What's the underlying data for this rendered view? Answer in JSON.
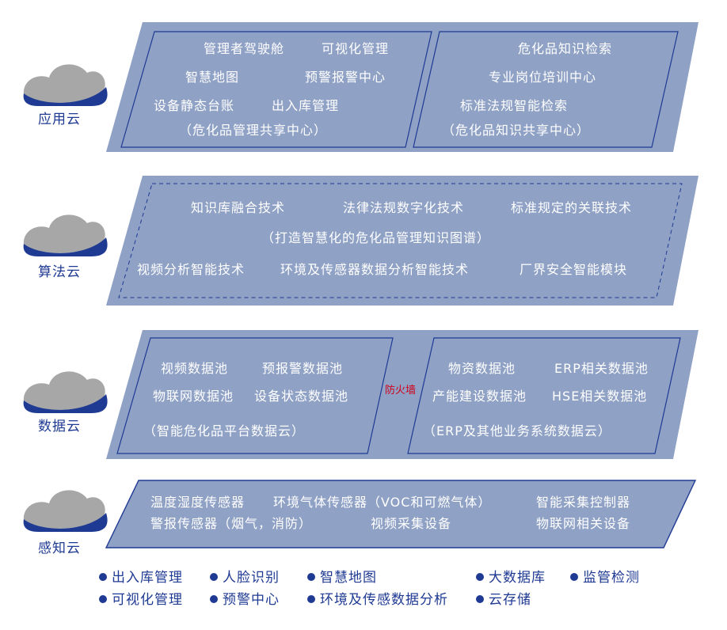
{
  "colors": {
    "panel": "#8fa1c5",
    "panel_edge": "#7d91b9",
    "box_line": "#1f3a93",
    "cloud_gray": "#a7a7a7",
    "cloud_blue": "#1f3a93",
    "firewall": "#d0021b"
  },
  "layers": {
    "app": {
      "label": "应用云",
      "left": {
        "r1a": "管理者驾驶舱",
        "r1b": "可视化管理",
        "r2a": "智慧地图",
        "r2b": "预警报警中心",
        "r3a": "设备静态台账",
        "r3b": "出入库管理",
        "caption": "（危化品管理共享中心）"
      },
      "right": {
        "r1": "危化品知识检索",
        "r2": "专业岗位培训中心",
        "r3": "标准法规智能检索",
        "caption": "（危化品知识共享中心）"
      }
    },
    "algo": {
      "label": "算法云",
      "r1a": "知识库融合技术",
      "r1b": "法律法规数字化技术",
      "r1c": "标准规定的关联技术",
      "caption": "（打造智慧化的危化品管理知识图谱）",
      "r3a": "视频分析智能技术",
      "r3b": "环境及传感器数据分析智能技术",
      "r3c": "厂界安全智能模块"
    },
    "data": {
      "label": "数据云",
      "firewall": "防火墙",
      "left": {
        "r1a": "视频数据池",
        "r1b": "预报警数据池",
        "r2a": "物联网数据池",
        "r2b": "设备状态数据池",
        "caption": "（智能危化品平台数据云）"
      },
      "right": {
        "r1a": "物资数据池",
        "r1b": "ERP相关数据池",
        "r2a": "产能建设数据池",
        "r2b": "HSE相关数据池",
        "caption": "（ERP及其他业务系统数据云）"
      }
    },
    "sense": {
      "label": "感知云",
      "r1a": "温度湿度传感器",
      "r1b": "环境气体传感器（VOC和可燃气体）",
      "r1c": "智能采集控制器",
      "r2a": "警报传感器（烟气，消防）",
      "r2b": "视频采集设备",
      "r2c": "物联网相关设备"
    }
  },
  "legend": [
    "出入库管理",
    "人脸识别",
    "智慧地图",
    "大数据库",
    "监管检测",
    "可视化管理",
    "预警中心",
    "环境及传感数据分析",
    "云存储"
  ]
}
